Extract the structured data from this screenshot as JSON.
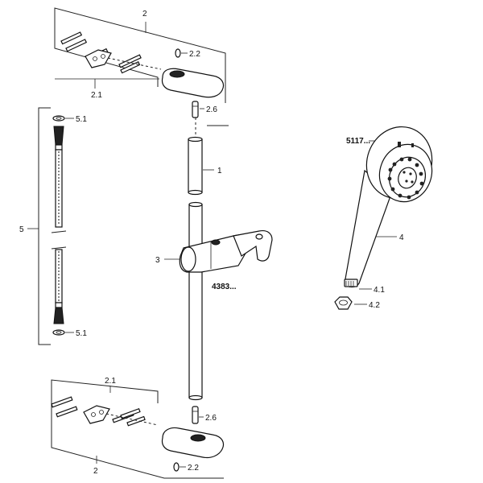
{
  "callouts": {
    "set_top": "2",
    "screws_top": "2.1",
    "plug_top": "2.2",
    "pin_top": "2.6",
    "washer_top": "5.1",
    "hose": "5",
    "rail_upper": "1",
    "slider": "3",
    "slider_code": "4383...",
    "head_code": "5117...",
    "handshower": "4",
    "head_thread": "4.1",
    "head_nut": "4.2",
    "washer_bottom": "5.1",
    "screws_bottom": "2.1",
    "pin_bottom": "2.6",
    "set_bottom": "2",
    "plug_bottom": "2.2"
  }
}
